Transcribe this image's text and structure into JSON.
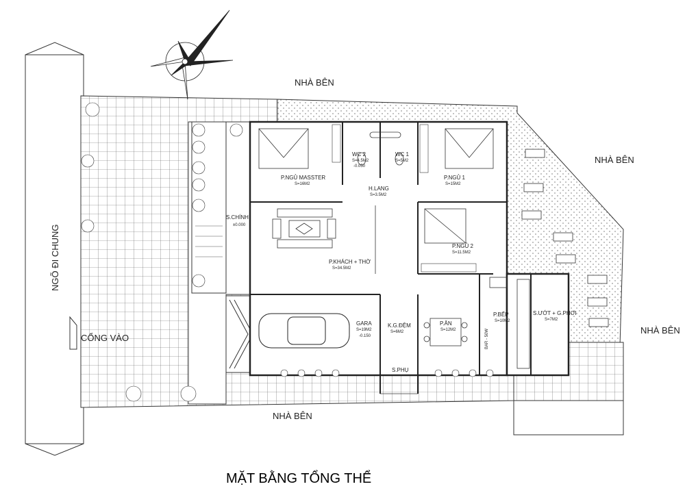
{
  "title": "MẶT BẰNG TỔNG THỂ",
  "neighbors": {
    "top": "NHÀ BÊN",
    "right_top": "NHÀ BÊN",
    "right_bottom": "NHÀ BÊN",
    "bottom": "NHÀ BÊN"
  },
  "street": "NGÕ ĐI CHUNG",
  "gate": "CỔNG VÀO",
  "rooms": {
    "master": {
      "name": "P.NGỦ MASSTER",
      "area": "S=16M2"
    },
    "wc2": {
      "name": "WC 2",
      "area": "S=4.5M2"
    },
    "wc1": {
      "name": "WC 1",
      "area": "S=5M2"
    },
    "bed1": {
      "name": "P.NGỦ 1",
      "area": "S=15M2"
    },
    "hall": {
      "name": "H.LANG",
      "area": "S=3.5M2"
    },
    "porch": {
      "name": "S.CHÍNH"
    },
    "living": {
      "name": "P.KHÁCH + THỜ",
      "area": "S=34.5M2"
    },
    "bed2": {
      "name": "P.NGỦ 2",
      "area": "S=11.5M2"
    },
    "garage": {
      "name": "GARA",
      "area": "S=19M2"
    },
    "buffer": {
      "name": "K.G.ĐỆM",
      "area": "S=6M2"
    },
    "dining": {
      "name": "P.ĂN",
      "area": "S=12M2"
    },
    "kitchen": {
      "name": "P.BẾP",
      "area": "S=10M2"
    },
    "laundry": {
      "name": "S.ƯỚT + G.PHƠI",
      "area": "S=7M2"
    },
    "backyard": {
      "name": "S.PHỤ"
    },
    "bar": {
      "name": "BAR - 50W"
    }
  },
  "level_tags": [
    "±0.000",
    "-0.050",
    "-0.150"
  ]
}
